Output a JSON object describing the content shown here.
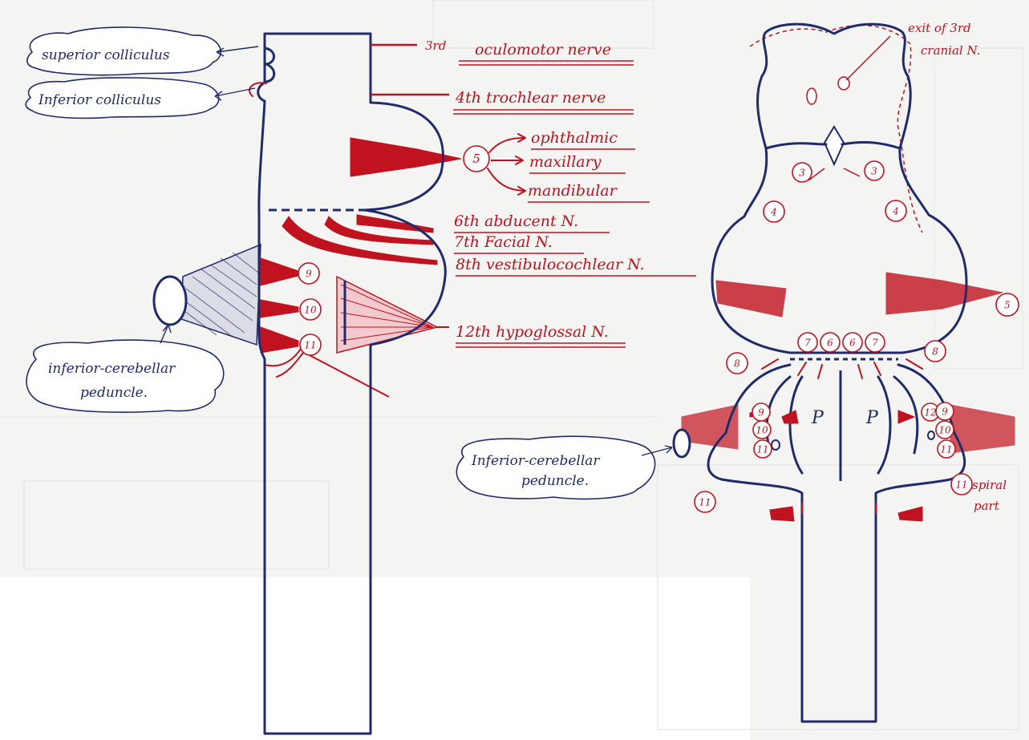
{
  "left_figure": {
    "bubbles": {
      "superior_colliculus": "superior colliculus",
      "inferior_colliculus": "Inferior colliculus",
      "inferior_cerebellar_peduncle_line1": "inferior-cerebellar",
      "inferior_cerebellar_peduncle_line2": "peduncle."
    },
    "labels": {
      "n3_ord": "3rd",
      "n3": "oculomotor nerve",
      "n4": "4th trochlear nerve",
      "n5_circle": "5",
      "n5_ophthalmic": "ophthalmic",
      "n5_maxillary": "maxillary",
      "n5_mandibular": "mandibular",
      "n6": "6th abducent N.",
      "n7": "7th Facial N.",
      "n8": "8th vestibulocochlear N.",
      "n12": "12th hypoglossal N.",
      "c9": "9",
      "c10": "10",
      "c11": "11"
    }
  },
  "right_figure": {
    "exit_label_line1": "exit of 3rd",
    "exit_label_line2": "cranial N.",
    "circles": {
      "c3_left": "3",
      "c3_right": "3",
      "c4_left": "4",
      "c4_right": "4",
      "c5": "5",
      "c7_a": "7",
      "c6_a": "6",
      "c6_b": "6",
      "c7_b": "7",
      "c8_left": "8",
      "c8_right": "8",
      "c9_left": "9",
      "c10_left": "10",
      "c11_left": "11",
      "c12_right": "12",
      "c9_right": "9",
      "c10_right": "10",
      "c11_right": "11",
      "c11_bottom_left": "11",
      "c11_bottom_right": "11"
    },
    "pyramid_left": "P",
    "pyramid_right": "P",
    "spiral_line1": "spiral",
    "spiral_line2": "part",
    "bubble_line1": "Inferior-cerebellar",
    "bubble_line2": "peduncle."
  },
  "colors": {
    "outline": "#1f2b6b",
    "nerve": "#c1121f"
  }
}
